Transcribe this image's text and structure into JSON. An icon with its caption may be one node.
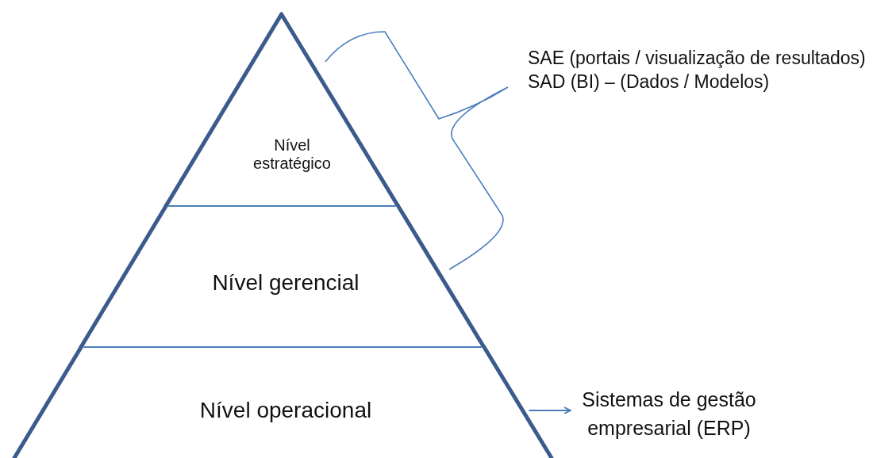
{
  "diagram": {
    "nodes": [
      {
        "text": [
          "Nível estratégico"
        ]
      },
      {
        "text": [
          "Nível gerencial"
        ]
      },
      {
        "text": [
          "Nível operacional"
        ]
      },
      {
        "text": [
          "Sistemas de gestão empresarial (ERP)"
        ]
      }
    ],
    "edges": [
      {
        "from": 2,
        "to": 3,
        "arrow": "to"
      }
    ],
    "labels": [
      "SAE (portais / visualização de resultados)",
      "SAD (BI) –  (Dados / Modelos)"
    ]
  }
}
